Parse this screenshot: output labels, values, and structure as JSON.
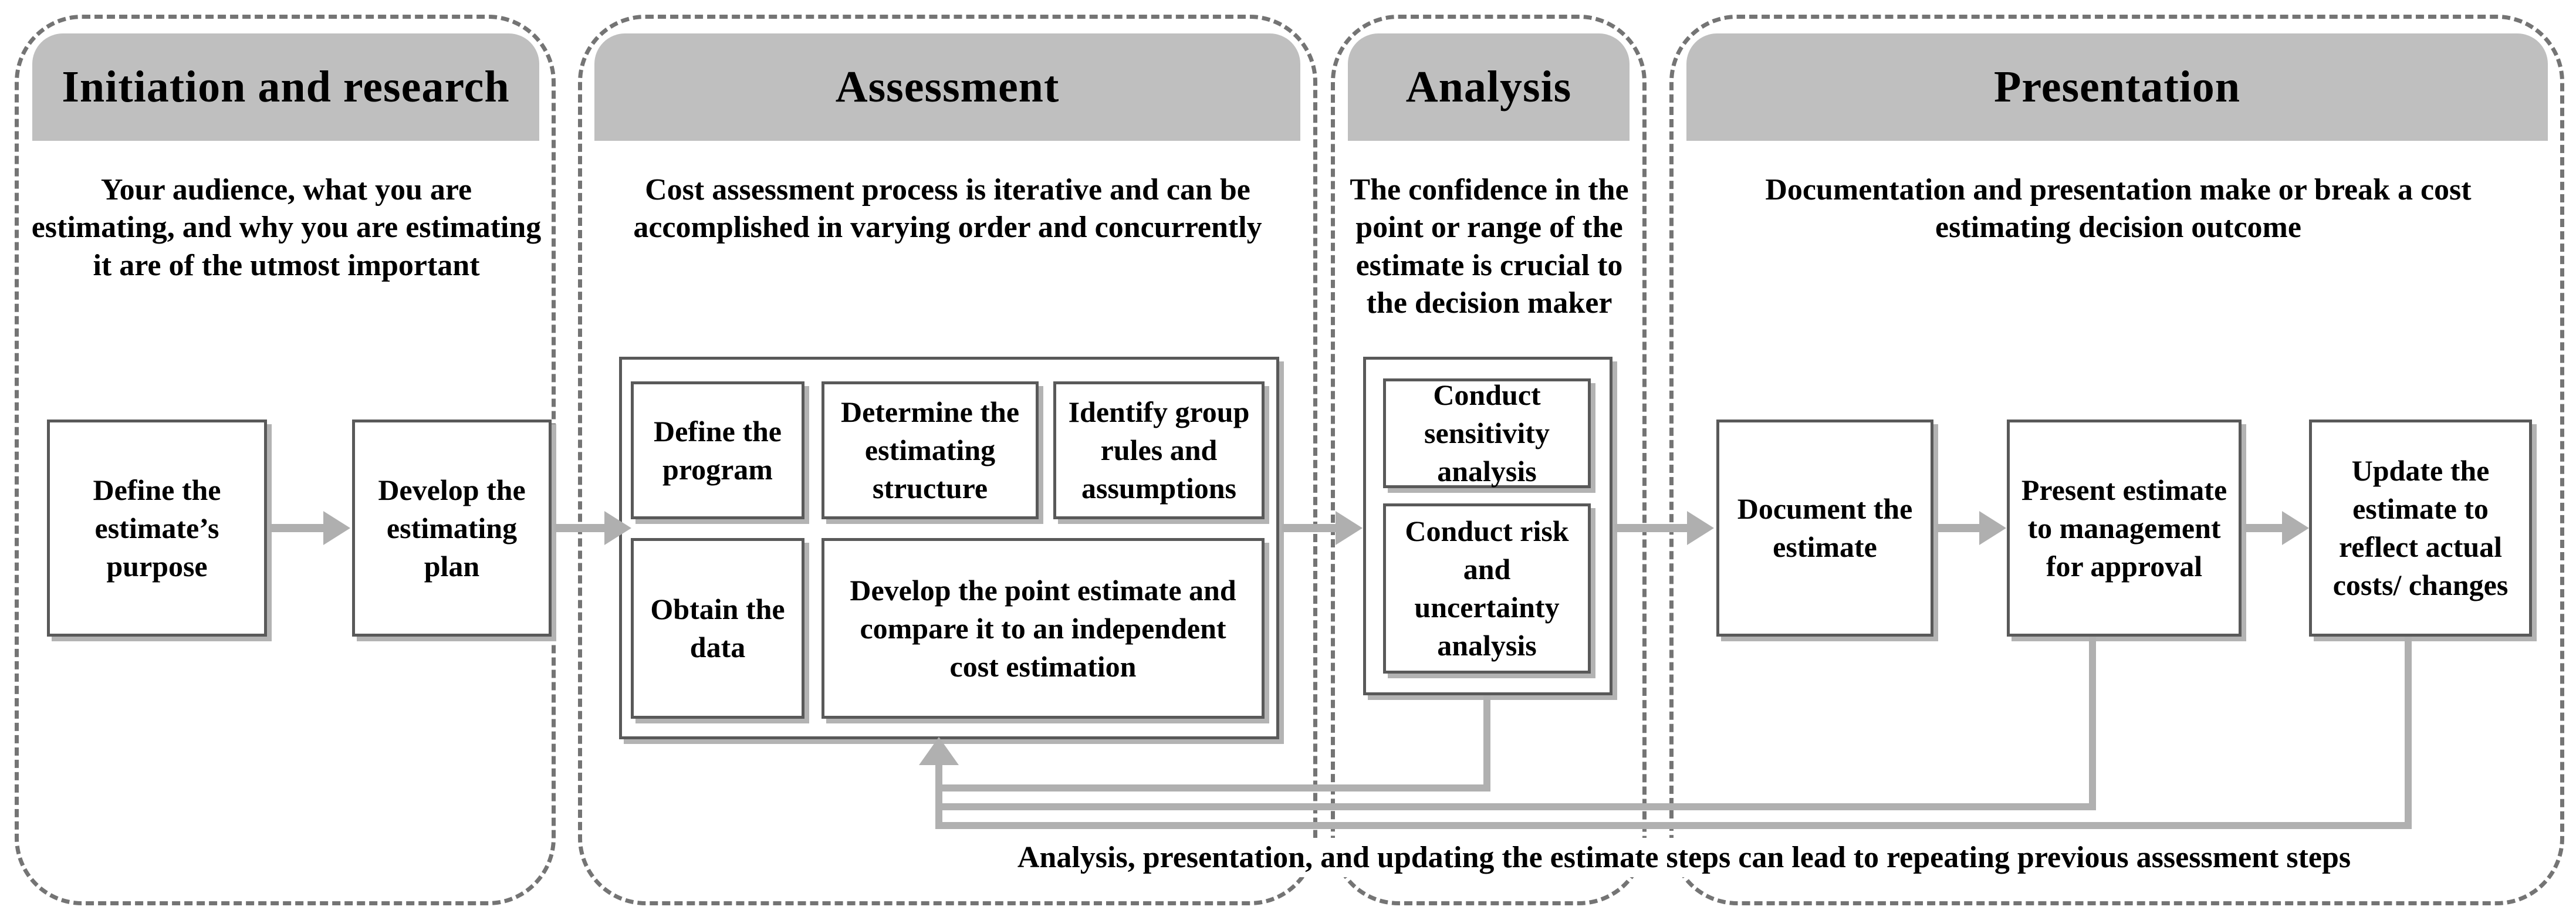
{
  "phases": [
    {
      "title": "Initiation and research",
      "description": "Your audience, what you are estimating, and why you are estimating it are of the utmost important",
      "steps": [
        "Define the estimate’s purpose",
        "Develop the estimating plan"
      ]
    },
    {
      "title": "Assessment",
      "description": "Cost assessment process is iterative and can be accomplished in varying order and concurrently",
      "steps": [
        "Define the program",
        "Determine the estimating structure",
        "Identify group rules and assumptions",
        "Obtain the data",
        "Develop the point estimate and compare it to an independent cost estimation"
      ]
    },
    {
      "title": "Analysis",
      "description": "The confidence in the point or range of the estimate is crucial to the decision maker",
      "steps": [
        "Conduct sensitivity analysis",
        "Conduct risk and uncertainty analysis"
      ]
    },
    {
      "title": "Presentation",
      "description": "Documentation and presentation make or break a cost estimating decision outcome",
      "steps": [
        "Document the estimate",
        "Present estimate to management for approval",
        "Update the estimate to reflect actual costs/ changes"
      ]
    }
  ],
  "footnote": "Analysis, presentation, and updating the estimate steps can lead to repeating previous assessment steps",
  "colors": {
    "header_fill": "#bfbfbf",
    "panel_border": "#747474",
    "box_border": "#595959",
    "connector": "#b0b0b0"
  }
}
